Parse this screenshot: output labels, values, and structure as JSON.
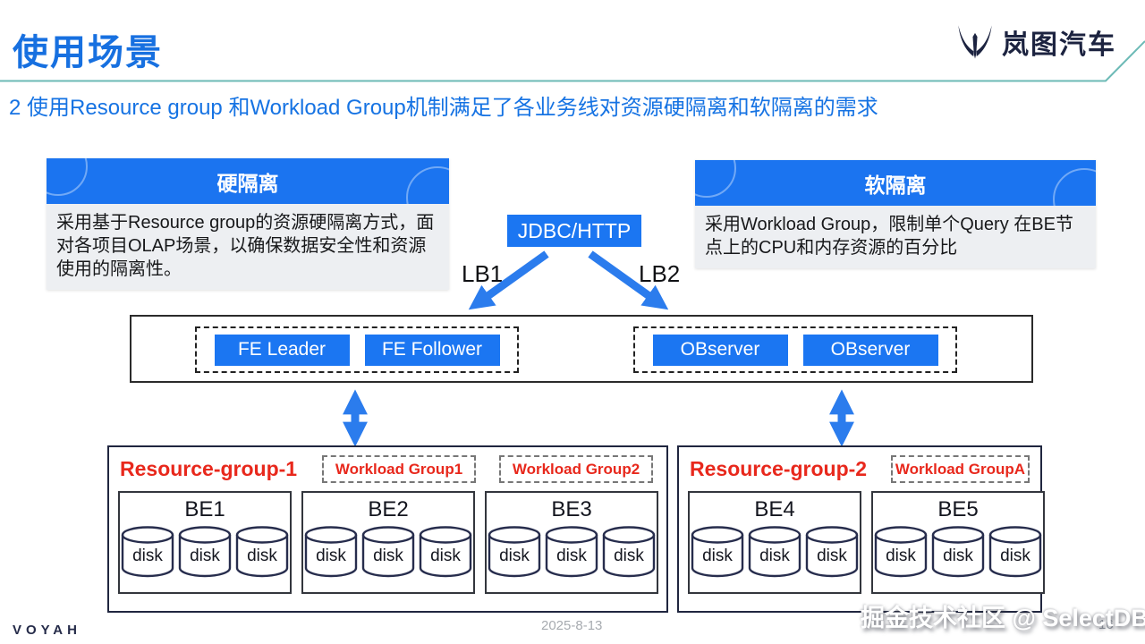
{
  "header": {
    "title": "使用场景",
    "logo_text": "岚图汽车",
    "subtitle": "2 使用Resource group 和Workload Group机制满足了各业务线对资源硬隔离和软隔离的需求"
  },
  "cards": {
    "hard": {
      "title": "硬隔离",
      "body": "采用基于Resource group的资源硬隔离方式，面对各项目OLAP场景，以确保数据安全性和资源使用的隔离性。"
    },
    "soft": {
      "title": "软隔离",
      "body": "采用Workload Group，限制单个Query 在BE节点上的CPU和内存资源的百分比"
    }
  },
  "diagram": {
    "entry_label": "JDBC/HTTP",
    "lb1_label": "LB1",
    "lb2_label": "LB2",
    "fe_groups": [
      {
        "nodes": [
          "FE Leader",
          "FE Follower"
        ]
      },
      {
        "nodes": [
          "OBserver",
          "OBserver"
        ]
      }
    ],
    "resource_groups": [
      {
        "name": "Resource-group-1",
        "workload_groups": [
          "Workload Group1",
          "Workload Group2"
        ],
        "be_nodes": [
          {
            "name": "BE1",
            "disks": [
              "disk",
              "disk",
              "disk"
            ]
          },
          {
            "name": "BE2",
            "disks": [
              "disk",
              "disk",
              "disk"
            ]
          },
          {
            "name": "BE3",
            "disks": [
              "disk",
              "disk",
              "disk"
            ]
          }
        ]
      },
      {
        "name": "Resource-group-2",
        "workload_groups": [
          "Workload GroupA"
        ],
        "be_nodes": [
          {
            "name": "BE4",
            "disks": [
              "disk",
              "disk",
              "disk"
            ]
          },
          {
            "name": "BE5",
            "disks": [
              "disk",
              "disk",
              "disk"
            ]
          }
        ]
      }
    ]
  },
  "footer": {
    "brand": "VOYAH",
    "date": "2025-8-13",
    "page": "16",
    "watermark": "掘金技术社区 @ SelectDB"
  },
  "colors": {
    "accent_blue": "#1b76f2",
    "title_blue": "#1770e0",
    "arrow_blue": "#2b7ced",
    "alert_red": "#e8281c",
    "teal_line": "#6cbab6",
    "navy": "#1c2340"
  }
}
